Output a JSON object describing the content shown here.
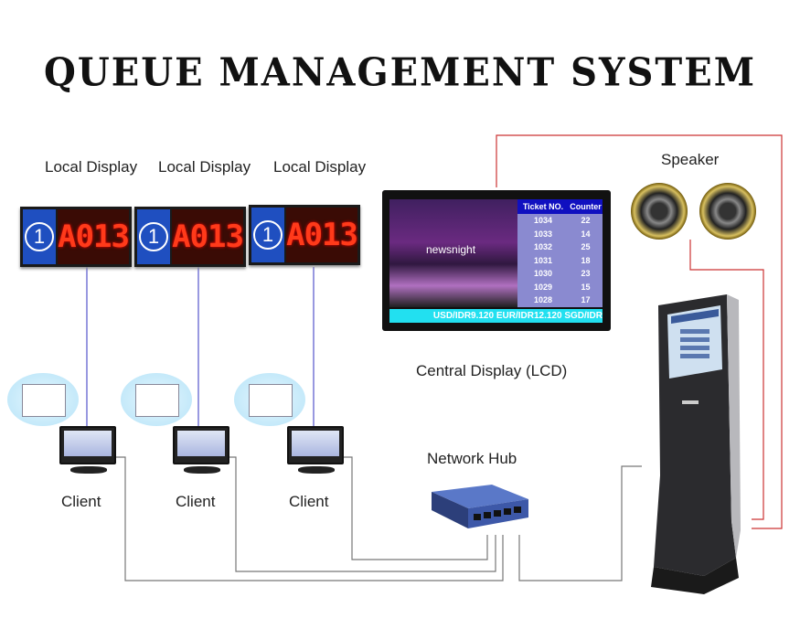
{
  "title": "QUEUE MANAGEMENT SYSTEM",
  "local_displays": [
    {
      "label": "Local Display",
      "counter": "1",
      "ticket": "A013"
    },
    {
      "label": "Local Display",
      "counter": "1",
      "ticket": "A013"
    },
    {
      "label": "Local Display",
      "counter": "1",
      "ticket": "A013"
    }
  ],
  "clients": [
    {
      "label": "Client"
    },
    {
      "label": "Client"
    },
    {
      "label": "Client"
    }
  ],
  "central_display": {
    "label": "Central Display (LCD)",
    "video_caption": "newsnight",
    "headers": [
      "Ticket NO.",
      "Counter"
    ],
    "rows": [
      [
        "1034",
        "22"
      ],
      [
        "1033",
        "14"
      ],
      [
        "1032",
        "25"
      ],
      [
        "1031",
        "18"
      ],
      [
        "1030",
        "23"
      ],
      [
        "1029",
        "15"
      ],
      [
        "1028",
        "17"
      ]
    ],
    "ticker": "USD/IDR9.120 EUR/IDR12.120 SGD/IDR"
  },
  "speaker_label": "Speaker",
  "hub_label": "Network Hub",
  "colors": {
    "led_blue": "#1f4fc0",
    "led_red": "#ff3a1a",
    "display_line": "#5555cc",
    "network_line": "#777777",
    "audio_line": "#cc3333"
  }
}
